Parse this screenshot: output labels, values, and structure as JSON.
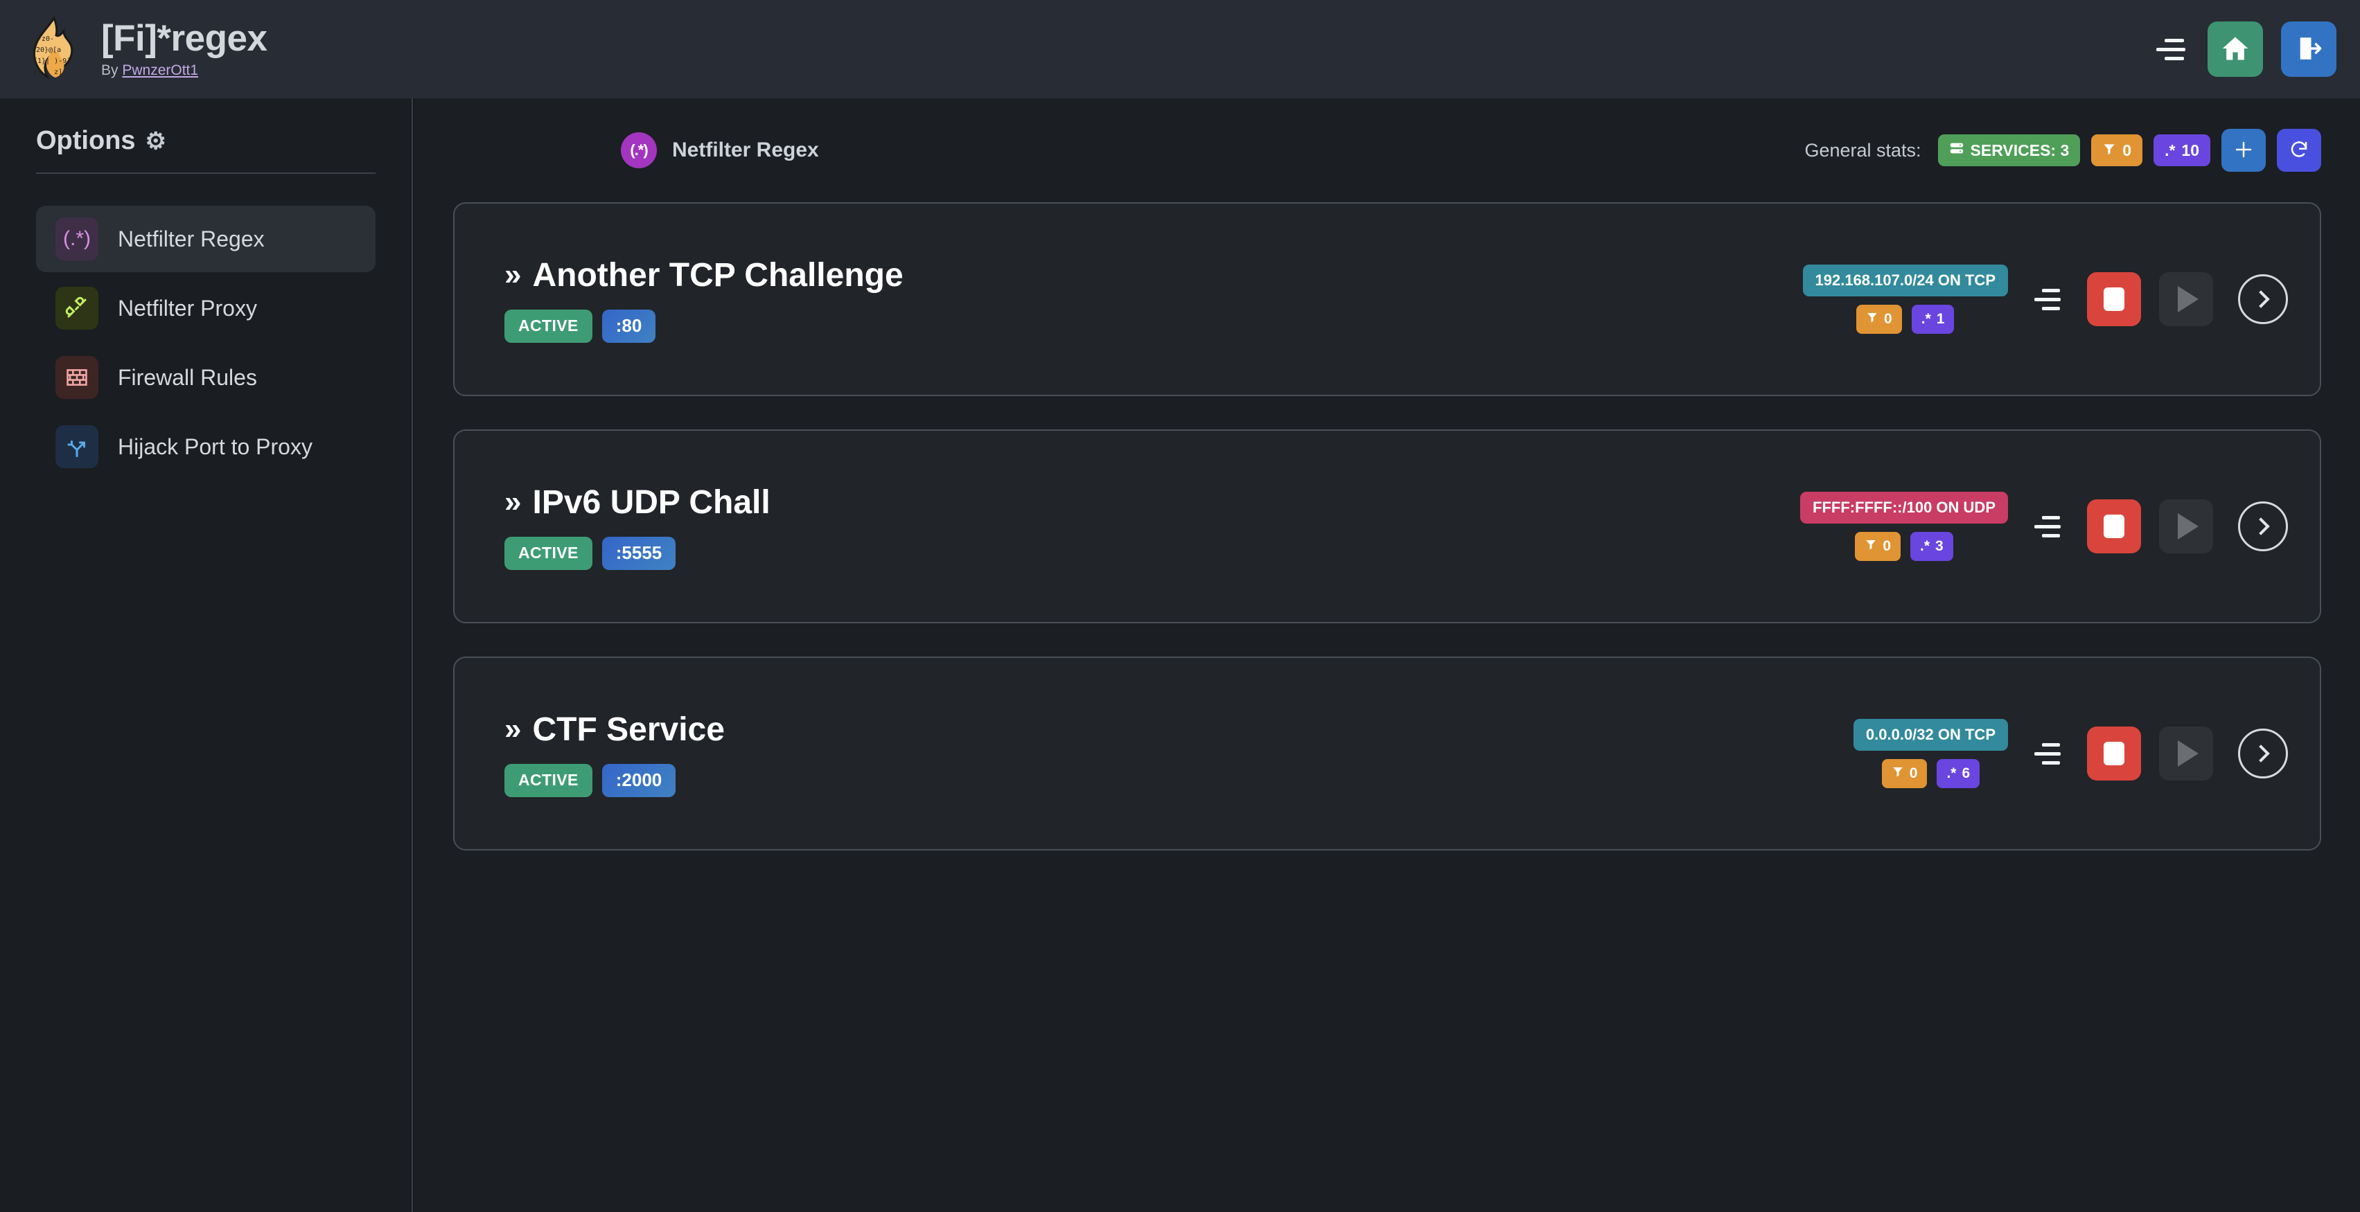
{
  "header": {
    "title": "[Fi]*regex",
    "by_prefix": "By ",
    "author": "PwnzerOtt1",
    "logo_icon": "flame-regex-logo",
    "menu_icon": "hamburger-menu-icon",
    "home_icon": "home-icon",
    "logout_icon": "logout-icon",
    "bg_color": "#282c34",
    "home_color": "#3e9372",
    "logout_color": "#3273c4"
  },
  "sidebar": {
    "heading": "Options",
    "heading_icon": "gear-icon",
    "gear_glyph": "⚙",
    "items": [
      {
        "label": "Netfilter Regex",
        "icon": "regex-icon",
        "glyph": "(.*)",
        "active": true
      },
      {
        "label": "Netfilter Proxy",
        "icon": "plug-icon",
        "glyph": "⚭",
        "active": false
      },
      {
        "label": "Firewall Rules",
        "icon": "brick-wall-icon",
        "glyph": "▦",
        "active": false
      },
      {
        "label": "Hijack Port to Proxy",
        "icon": "route-fork-icon",
        "glyph": "⥄",
        "active": false
      }
    ]
  },
  "main": {
    "page_icon": "regex-circle-icon",
    "page_icon_glyph": "(.*)",
    "page_title": "Netfilter Regex",
    "stats_label": "General stats:",
    "stats": [
      {
        "name": "services-badge",
        "icon": "server-icon",
        "glyph": "☷",
        "text": "SERVICES: 3",
        "color": "#4f9f58"
      },
      {
        "name": "filters-badge",
        "icon": "funnel-icon",
        "glyph": "▼",
        "text": "0",
        "color": "#e09433"
      },
      {
        "name": "regex-badge",
        "icon": "regex-dot-star-icon",
        "glyph": ".*",
        "text": "10",
        "color": "#6a45e0"
      }
    ],
    "add_button_icon": "plus-icon",
    "refresh_button_icon": "refresh-icon"
  },
  "services": [
    {
      "name": "Another TCP Challenge",
      "chevron_icon": "double-chevron-right-icon",
      "status": "ACTIVE",
      "port": ":80",
      "cidr": "192.168.107.0/24 ON TCP",
      "cidr_color": "teal",
      "filters_count": "0",
      "regex_count": "1",
      "drag_icon": "drag-handle-icon",
      "stop_icon": "stop-icon",
      "play_icon": "play-icon",
      "open_icon": "chevron-right-circle-icon"
    },
    {
      "name": "IPv6 UDP Chall",
      "chevron_icon": "double-chevron-right-icon",
      "status": "ACTIVE",
      "port": ":5555",
      "cidr": "FFFF:FFFF::/100 ON UDP",
      "cidr_color": "pink",
      "filters_count": "0",
      "regex_count": "3",
      "drag_icon": "drag-handle-icon",
      "stop_icon": "stop-icon",
      "play_icon": "play-icon",
      "open_icon": "chevron-right-circle-icon"
    },
    {
      "name": "CTF Service",
      "chevron_icon": "double-chevron-right-icon",
      "status": "ACTIVE",
      "port": ":2000",
      "cidr": "0.0.0.0/32 ON TCP",
      "cidr_color": "teal",
      "filters_count": "0",
      "regex_count": "6",
      "drag_icon": "drag-handle-icon",
      "stop_icon": "stop-icon",
      "play_icon": "play-icon",
      "open_icon": "chevron-right-circle-icon"
    }
  ],
  "colors": {
    "app_bg": "#1b1e23",
    "sidebar_bg": "#1a1d21",
    "card_bg": "#212429",
    "active_green": "#3e9c74",
    "stop_red": "#d9453c",
    "accent_purple": "#6a45e0",
    "accent_orange": "#e09433"
  }
}
